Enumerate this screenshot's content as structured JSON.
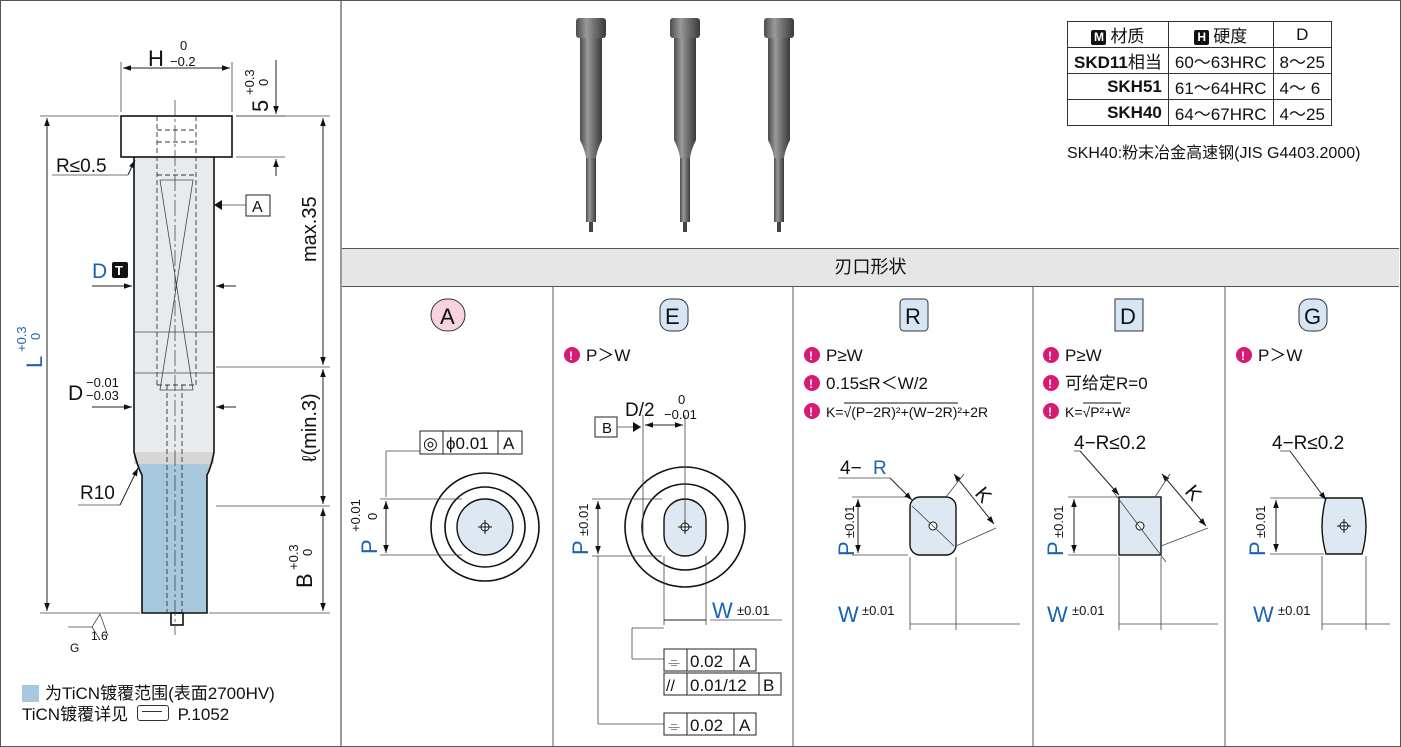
{
  "legend": {
    "coating_range": "为TiCN镀覆范围(表面2700HV)",
    "coating_detail": "TiCN镀覆详见",
    "coating_page": "P.1052"
  },
  "main_drawing": {
    "h_dim": "H",
    "h_tol_upper": "0",
    "h_tol_lower": "−0.2",
    "head_dim": "5",
    "head_tol_upper": "+0.3",
    "head_tol_lower": "0",
    "radius_head": "R≤0.5",
    "datum_a": "A",
    "max_len": "max.35",
    "d_label": "D",
    "d_badge": "T",
    "d_tol_label": "D",
    "d_tol_upper": "−0.01",
    "d_tol_lower": "−0.03",
    "l_label": "L",
    "l_tol_upper": "+0.3",
    "l_tol_lower": "0",
    "ell_label": "ℓ(min.3)",
    "r10": "R10",
    "b_label": "B",
    "b_tol_upper": "+0.3",
    "b_tol_lower": "0",
    "surface_value": "1.6",
    "surface_letter": "G"
  },
  "materials": {
    "headers": [
      {
        "badge": "M",
        "text": "材质"
      },
      {
        "badge": "H",
        "text": "硬度"
      },
      {
        "badge": "",
        "text": "D"
      }
    ],
    "rows": [
      {
        "name": "SKD11",
        "suffix": "相当",
        "hardness": "60～63HRC",
        "d": "8～25"
      },
      {
        "name": "SKH51",
        "suffix": "",
        "hardness": "61～64HRC",
        "d": "4～ 6"
      },
      {
        "name": "SKH40",
        "suffix": "",
        "hardness": "64～67HRC",
        "d": "4～25"
      }
    ],
    "note": "SKH40:粉末冶金高速钢(JIS G4403.2000)"
  },
  "section_title": "刃口形状",
  "shapes": [
    {
      "id": "A",
      "letter": "A",
      "badge_color": "#f6d3dd",
      "conditions": [],
      "gdt": [
        {
          "symbol": "◎",
          "value": "ϕ0.01",
          "datum": "A"
        }
      ],
      "p_label": "P",
      "p_tol_upper": "+0.01",
      "p_tol_lower": "0"
    },
    {
      "id": "E",
      "letter": "E",
      "badge_color": "#d6e6f4",
      "conditions": [
        "P＞W"
      ],
      "d2_label": "D/2",
      "d2_tol_upper": "0",
      "d2_tol_lower": "−0.01",
      "datum_b": "B",
      "p_label": "P",
      "p_tol": "±0.01",
      "w_label": "W",
      "w_tol": "±0.01",
      "gdt": [
        {
          "symbol": "⌯",
          "value": "0.02",
          "datum": "A"
        },
        {
          "symbol": "//",
          "value": "0.01/12",
          "datum": "B"
        },
        {
          "symbol": "⌯",
          "value": "0.02",
          "datum": "A"
        }
      ]
    },
    {
      "id": "R",
      "letter": "R",
      "badge_color": "#d6e6f4",
      "conditions": [
        "P≥W",
        "0.15≤R＜W/2"
      ],
      "formula_prefix": "K=√",
      "formula_body": "(P−2R)²+(W−2R)²",
      "formula_suffix": "+2R",
      "corner_prefix": "4−",
      "corner_r": "R",
      "k_label": "K",
      "p_label": "P",
      "p_tol": "±0.01",
      "w_label": "W",
      "w_tol": "±0.01"
    },
    {
      "id": "D",
      "letter": "D",
      "badge_color": "#d6e6f4",
      "conditions": [
        "P≥W",
        "可给定R=0"
      ],
      "formula_prefix": "K=√",
      "formula_body": "P²+W²",
      "corner": "4−R≤0.2",
      "k_label": "K",
      "p_label": "P",
      "p_tol": "±0.01",
      "w_label": "W",
      "w_tol": "±0.01"
    },
    {
      "id": "G",
      "letter": "G",
      "badge_color": "#d6e6f4",
      "conditions": [
        "P＞W"
      ],
      "corner": "4−R≤0.2",
      "p_label": "P",
      "p_tol": "±0.01",
      "w_label": "W",
      "w_tol": "±0.01"
    }
  ]
}
